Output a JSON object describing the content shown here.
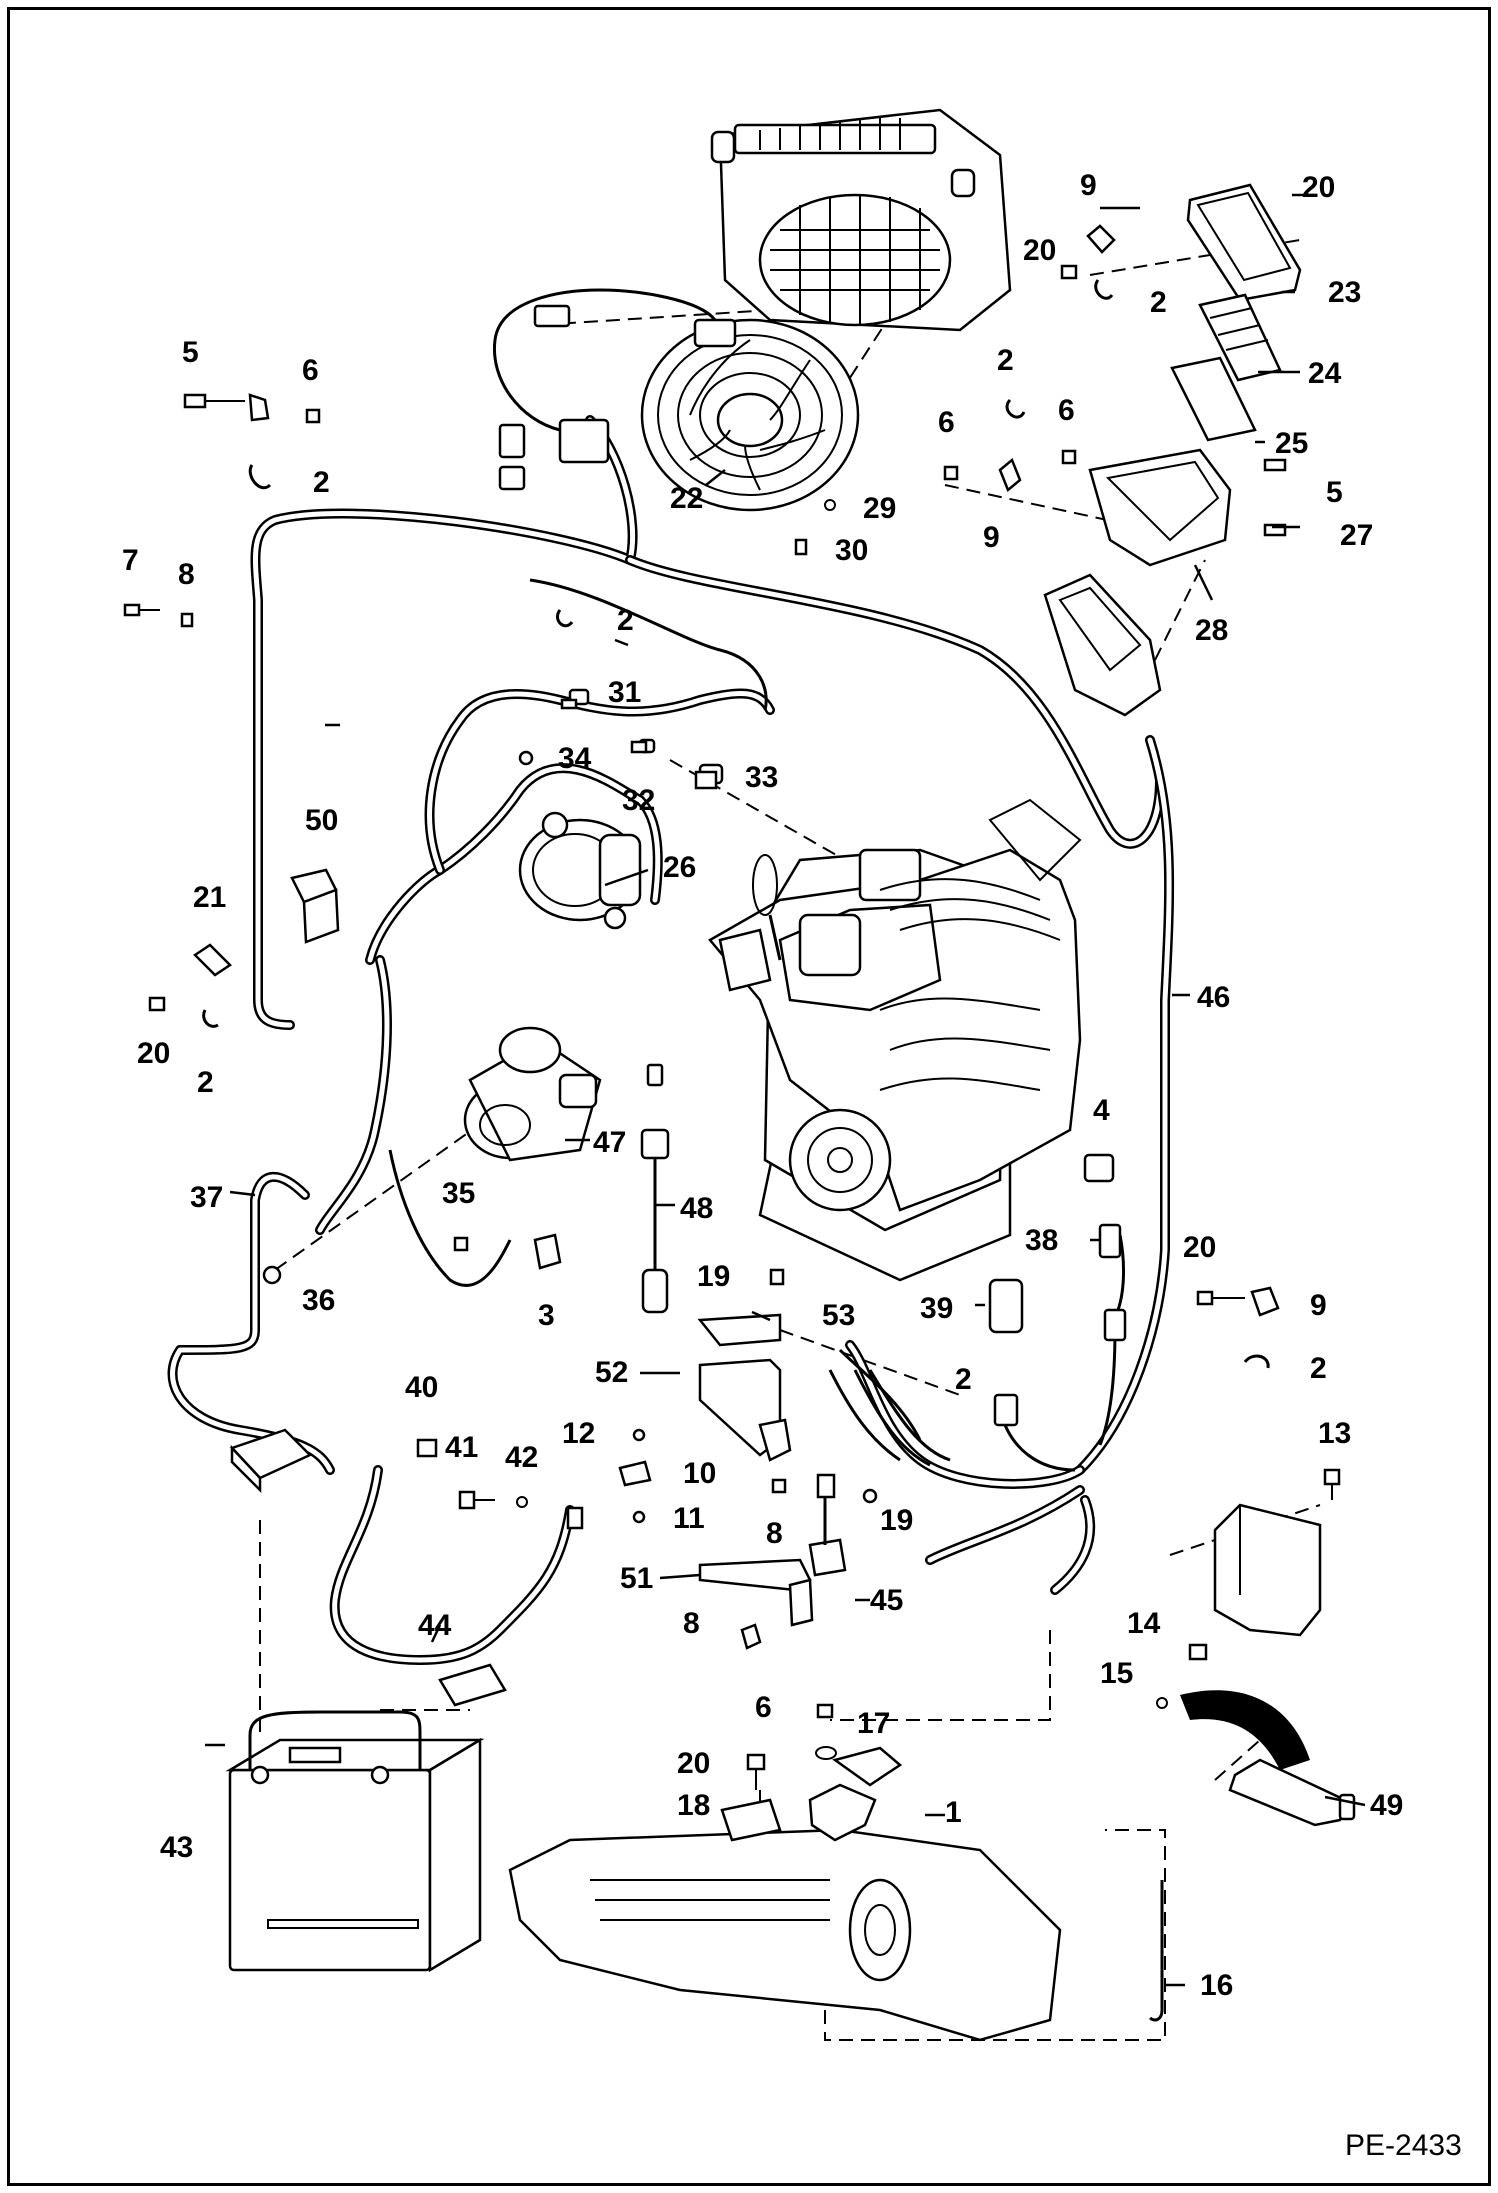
{
  "figure_id": "PE-2433",
  "callouts": [
    {
      "num": "1"
    },
    {
      "num": "2"
    },
    {
      "num": "3"
    },
    {
      "num": "4"
    },
    {
      "num": "5"
    },
    {
      "num": "6"
    },
    {
      "num": "7"
    },
    {
      "num": "8"
    },
    {
      "num": "9"
    },
    {
      "num": "10"
    },
    {
      "num": "11"
    },
    {
      "num": "12"
    },
    {
      "num": "13"
    },
    {
      "num": "14"
    },
    {
      "num": "15"
    },
    {
      "num": "16"
    },
    {
      "num": "17"
    },
    {
      "num": "18"
    },
    {
      "num": "19"
    },
    {
      "num": "20"
    },
    {
      "num": "21"
    },
    {
      "num": "22"
    },
    {
      "num": "23"
    },
    {
      "num": "24"
    },
    {
      "num": "25"
    },
    {
      "num": "26"
    },
    {
      "num": "27"
    },
    {
      "num": "28"
    },
    {
      "num": "29"
    },
    {
      "num": "30"
    },
    {
      "num": "31"
    },
    {
      "num": "32"
    },
    {
      "num": "33"
    },
    {
      "num": "34"
    },
    {
      "num": "35"
    },
    {
      "num": "36"
    },
    {
      "num": "37"
    },
    {
      "num": "38"
    },
    {
      "num": "39"
    },
    {
      "num": "40"
    },
    {
      "num": "41"
    },
    {
      "num": "42"
    },
    {
      "num": "43"
    },
    {
      "num": "44"
    },
    {
      "num": "45"
    },
    {
      "num": "46"
    },
    {
      "num": "47"
    },
    {
      "num": "48"
    },
    {
      "num": "49"
    },
    {
      "num": "50"
    },
    {
      "num": "51"
    },
    {
      "num": "52"
    },
    {
      "num": "53"
    }
  ]
}
